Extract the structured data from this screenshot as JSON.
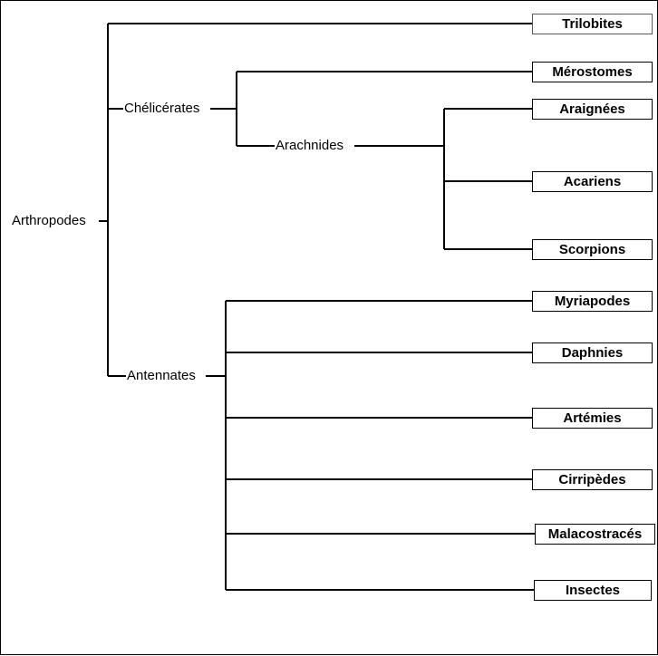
{
  "tree": {
    "root": "Arthropodes",
    "nodes": {
      "chelicerates": "Chélicérates",
      "arachnides": "Arachnides",
      "antennates": "Antennates"
    },
    "leaves": {
      "trilobites": "Trilobites",
      "merostomes": "Mérostomes",
      "araignees": "Araignées",
      "acariens": "Acariens",
      "scorpions": "Scorpions",
      "myriapodes": "Myriapodes",
      "daphnies": "Daphnies",
      "artemies": "Artémies",
      "cirripedes": "Cirripèdes",
      "malacostraces": "Malacostracés",
      "insectes": "Insectes"
    }
  },
  "colors": {
    "line": "#000000",
    "highlight_border": "#e02020"
  }
}
